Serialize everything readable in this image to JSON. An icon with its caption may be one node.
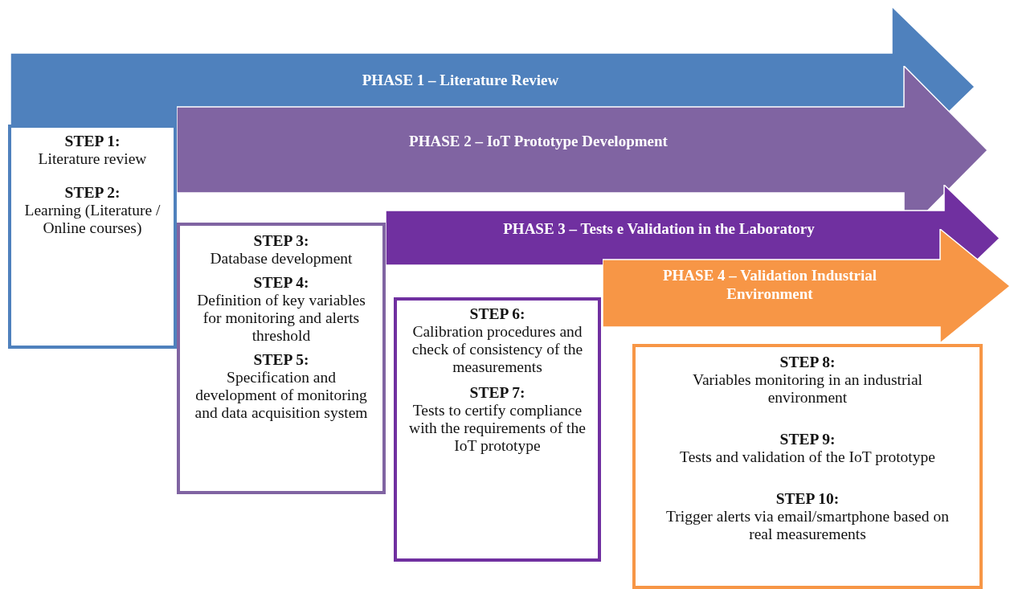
{
  "diagram": {
    "nodes": [
      {
        "text": [
          "PHASE 1 – Literature Review"
        ]
      },
      {
        "text": [
          "PHASE 2 – IoT Prototype Development"
        ]
      },
      {
        "text": [
          "STEP 1:",
          "Literature review",
          "STEP 2:",
          "Learning (Literature / Online courses)"
        ]
      },
      {
        "text": [
          "PHASE 3 – Tests e Validation in the Laboratory"
        ]
      },
      {
        "text": [
          "STEP 3:",
          "Database development",
          "STEP 4:",
          "Definition of key variables for monitoring and alerts threshold",
          "STEP 5:",
          "Specification and development of monitoring and data acquisition system"
        ]
      },
      {
        "text": [
          "PHASE 4 – Validation Industrial Environment"
        ]
      },
      {
        "text": [
          "STEP 6:",
          "Calibration procedures and check of consistency of the measurements",
          "STEP 7:",
          "Tests to certify compliance with the requirements of the IoT prototype"
        ]
      },
      {
        "text": [
          "STEP 8:",
          "Variables monitoring in an industrial environment",
          "STEP 9:",
          "Tests and validation of the IoT prototype",
          "STEP 10:",
          "Trigger alerts via email/smartphone based on real measurements"
        ]
      }
    ],
    "edges": []
  }
}
